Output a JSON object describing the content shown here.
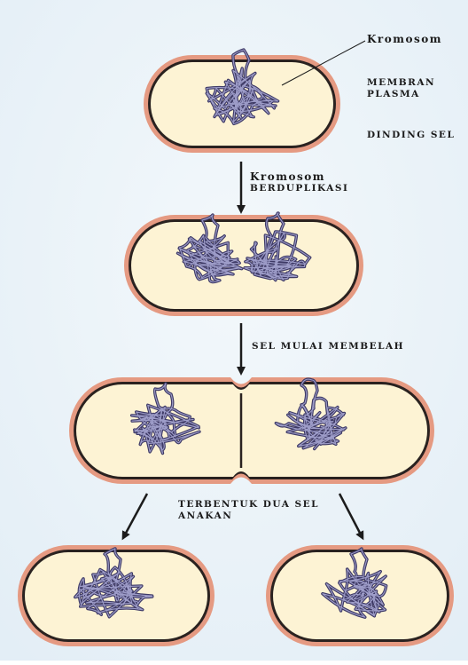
{
  "labels": {
    "kromosom": "Kromosom",
    "membran_plasma_1": "MEMBRAN",
    "membran_plasma_2": "PLASMA",
    "dinding_sel": "DINDING SEL",
    "step1_line1": "Kromosom",
    "step1_line2": "BERDUPLIKASI",
    "step2": "SEL MULAI MEMBELAH",
    "step3_line1": "TERBENTUK DUA SEL",
    "step3_line2": "ANAKAN"
  },
  "colors": {
    "background": "#f1f6fa",
    "cell_wall": "#e59a82",
    "membrane": "#2a2220",
    "cytoplasm": "#fdf3d4",
    "chromosome": "#3e3a66",
    "chromosome_highlight": "#9d9cc8",
    "arrow": "#1c1c1c"
  }
}
